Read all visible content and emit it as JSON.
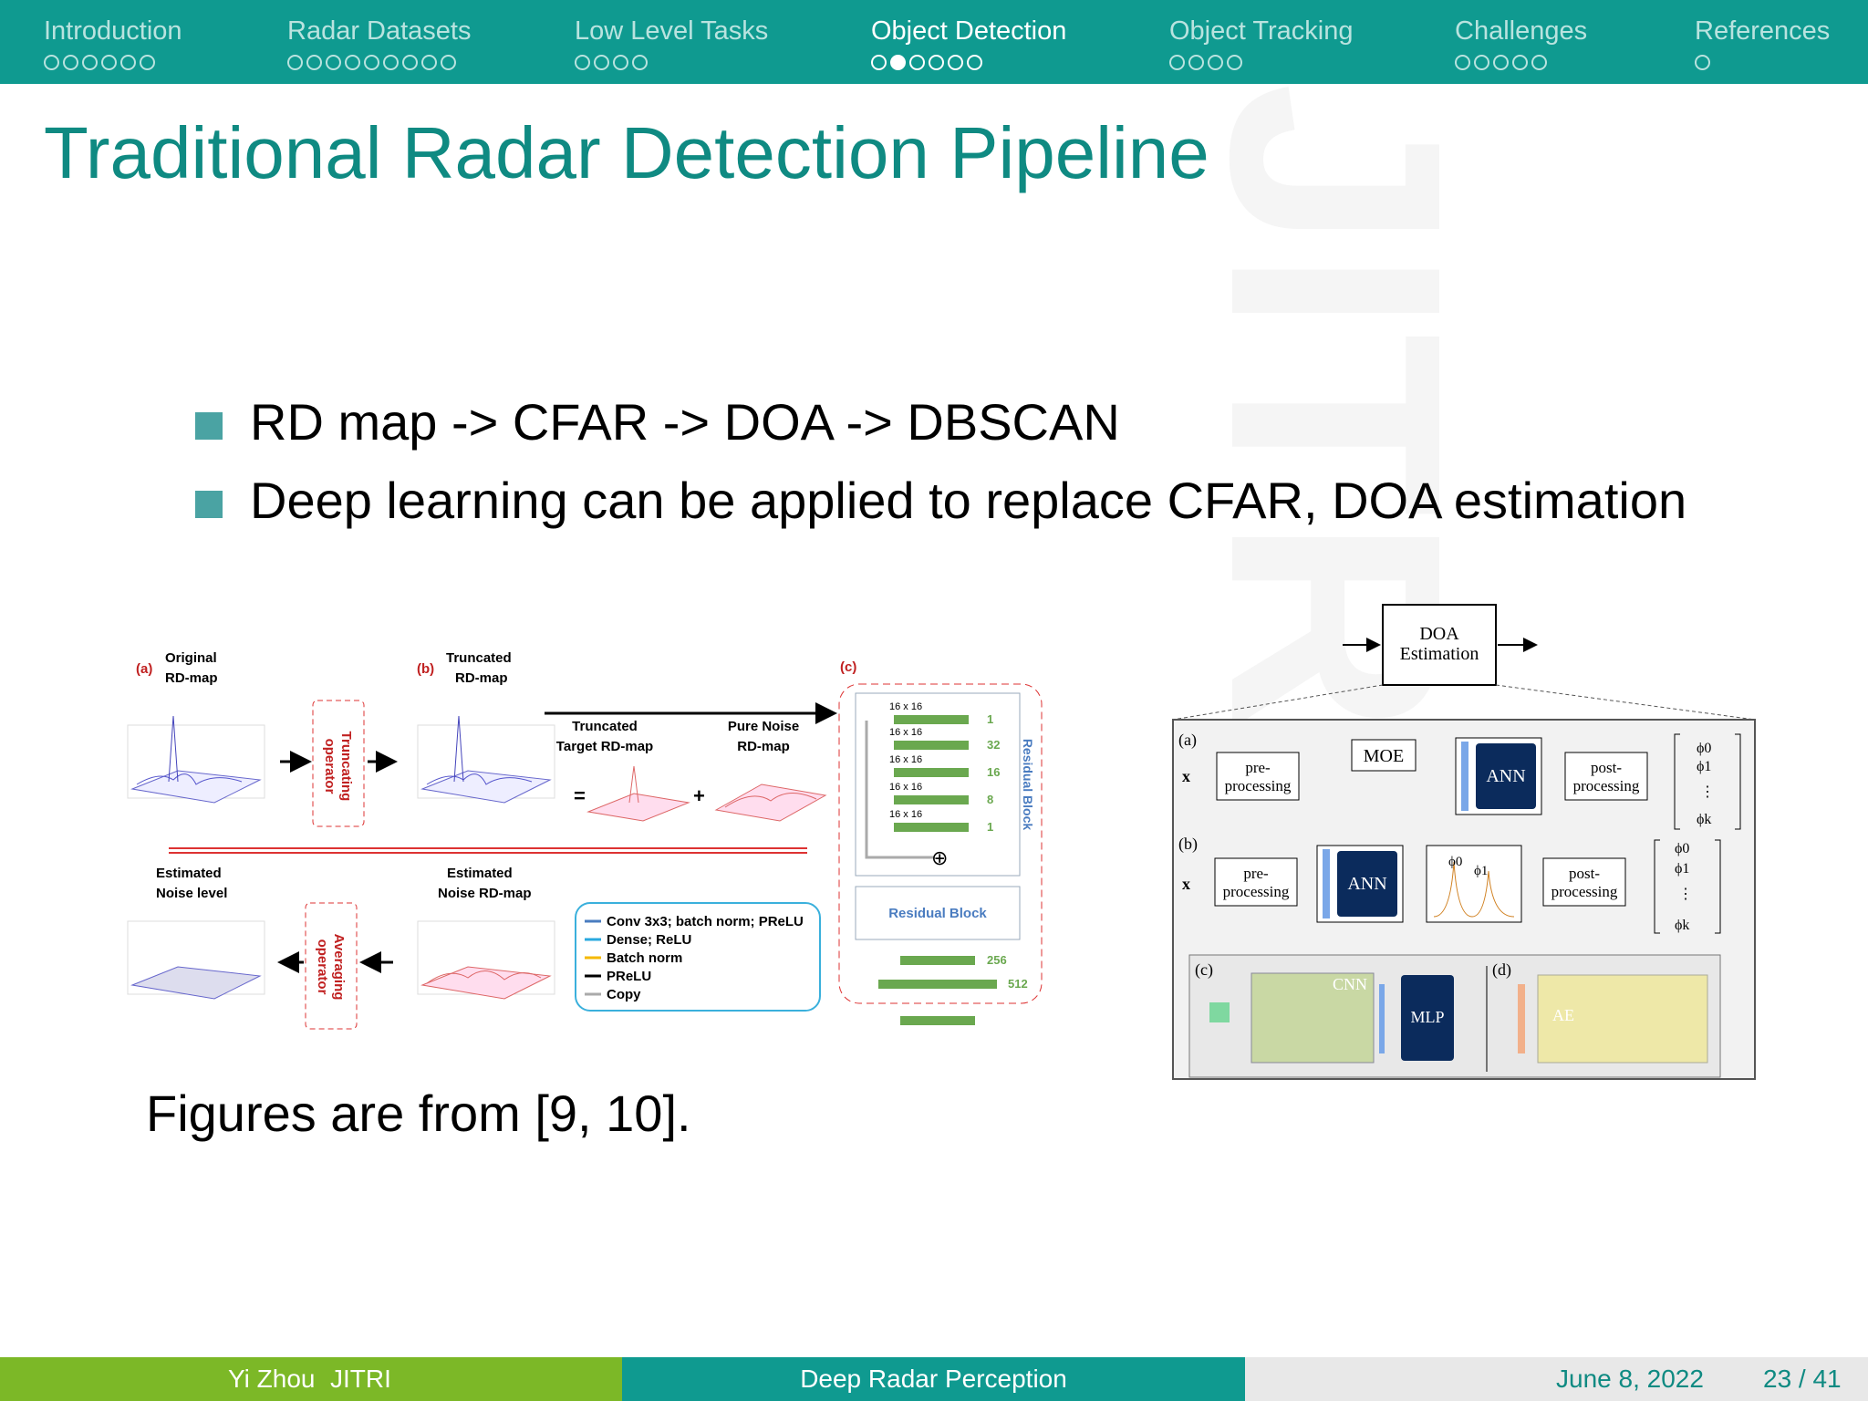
{
  "nav": [
    {
      "label": "Introduction",
      "dots": 6,
      "filled": -1,
      "active": false
    },
    {
      "label": "Radar Datasets",
      "dots": 9,
      "filled": -1,
      "active": false
    },
    {
      "label": "Low Level Tasks",
      "dots": 4,
      "filled": -1,
      "active": false
    },
    {
      "label": "Object Detection",
      "dots": 6,
      "filled": 1,
      "active": true
    },
    {
      "label": "Object Tracking",
      "dots": 4,
      "filled": -1,
      "active": false
    },
    {
      "label": "Challenges",
      "dots": 5,
      "filled": -1,
      "active": false
    },
    {
      "label": "References",
      "dots": 1,
      "filled": -1,
      "active": false
    }
  ],
  "slide": {
    "title": "Traditional Radar Detection Pipeline",
    "bullets": [
      "RD map -> CFAR -> DOA -> DBSCAN",
      "Deep learning can be applied to replace CFAR, DOA estimation"
    ],
    "caption": "Figures are from [9, 10].",
    "watermark": "JITRI"
  },
  "figure_left": {
    "a_tag": "(a)",
    "a_label1": "Original",
    "a_label2": "RD-map",
    "b_tag": "(b)",
    "b_label1": "Truncated",
    "b_label2": "RD-map",
    "c_tag": "(c)",
    "trunc_op1": "Truncating",
    "trunc_op2": "operator",
    "avg_op1": "Averaging",
    "avg_op2": "operator",
    "tt_label1": "Truncated",
    "tt_label2": "Target RD-map",
    "pn_label1": "Pure Noise",
    "pn_label2": "RD-map",
    "eq": "=",
    "plus": "+",
    "enl1": "Estimated",
    "enl2": "Noise level",
    "enm1": "Estimated",
    "enm2": "Noise RD-map",
    "legend": [
      "Conv 3x3; batch norm; PReLU",
      "Dense; ReLU",
      "Batch norm",
      "PReLU",
      "Copy"
    ],
    "sizes": [
      "16 x 16",
      "16 x 16",
      "16 x 16",
      "16 x 16",
      "16 x 16"
    ],
    "channels": [
      "1",
      "32",
      "16",
      "8",
      "1"
    ],
    "residual_vertical": "Residual Block",
    "residual_box": "Residual Block",
    "dense": [
      "256",
      "512"
    ],
    "oplus": "⊕"
  },
  "figure_right": {
    "doa_line1": "DOA",
    "doa_line2": "Estimation",
    "a": "(a)",
    "b": "(b)",
    "c": "(c)",
    "d": "(d)",
    "x": "x",
    "pre1": "pre-",
    "pre2": "processing",
    "post1": "post-",
    "post2": "processing",
    "moe": "MOE",
    "ann": "ANN",
    "cnn": "CNN",
    "mlp": "MLP",
    "ae": "AE",
    "phi0": "ϕ0",
    "phi1": "ϕ1",
    "phik": "ϕk",
    "vdots": "⋮"
  },
  "footer": {
    "author": "Yi Zhou",
    "institute": "JITRI",
    "talk": "Deep Radar Perception",
    "date": "June 8, 2022",
    "page": "23 / 41"
  }
}
